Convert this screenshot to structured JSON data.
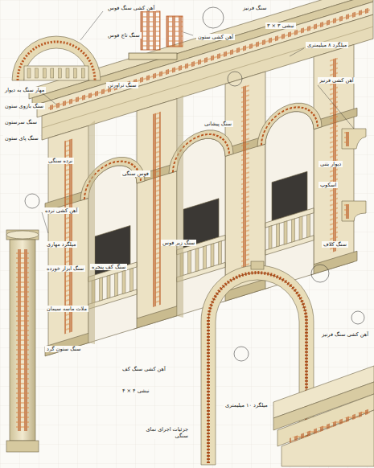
{
  "diagram": {
    "labels": [
      "آهن کشی سنگ قوس",
      "سنگ قرنیز",
      "نبشی ۳ × ۳",
      "میلگرد ۸ میلیمتری",
      "آهن کشی ستون",
      "سنگ تراورتن",
      "مهار سنگ به دیوار",
      "سنگ بازوی ستون",
      "سنگ سرستون",
      "سنگ پای ستون",
      "نرده سنگی",
      "قوس سنگی",
      "سنگ پیشانی",
      "آهن کشی قرنیز",
      "دیوار بتنی",
      "اسکوپ",
      "سنگ زیر قوس",
      "سنگ کف پنجره",
      "آهن کشی نرده",
      "میلگرد مهاری",
      "سنگ ابزار خورده",
      "ملات ماسه سیمان",
      "سنگ ستون گرد",
      "آهن کشی سنگ کف",
      "نبشی ۴ × ۴",
      "سنگ کلاف",
      "آهن کشی سنگ قرنیز",
      "جزئیات اجرای نمای سنگی",
      "میلگرد ۱۰ میلیمتری",
      "سنگ تاج قوس"
    ]
  }
}
